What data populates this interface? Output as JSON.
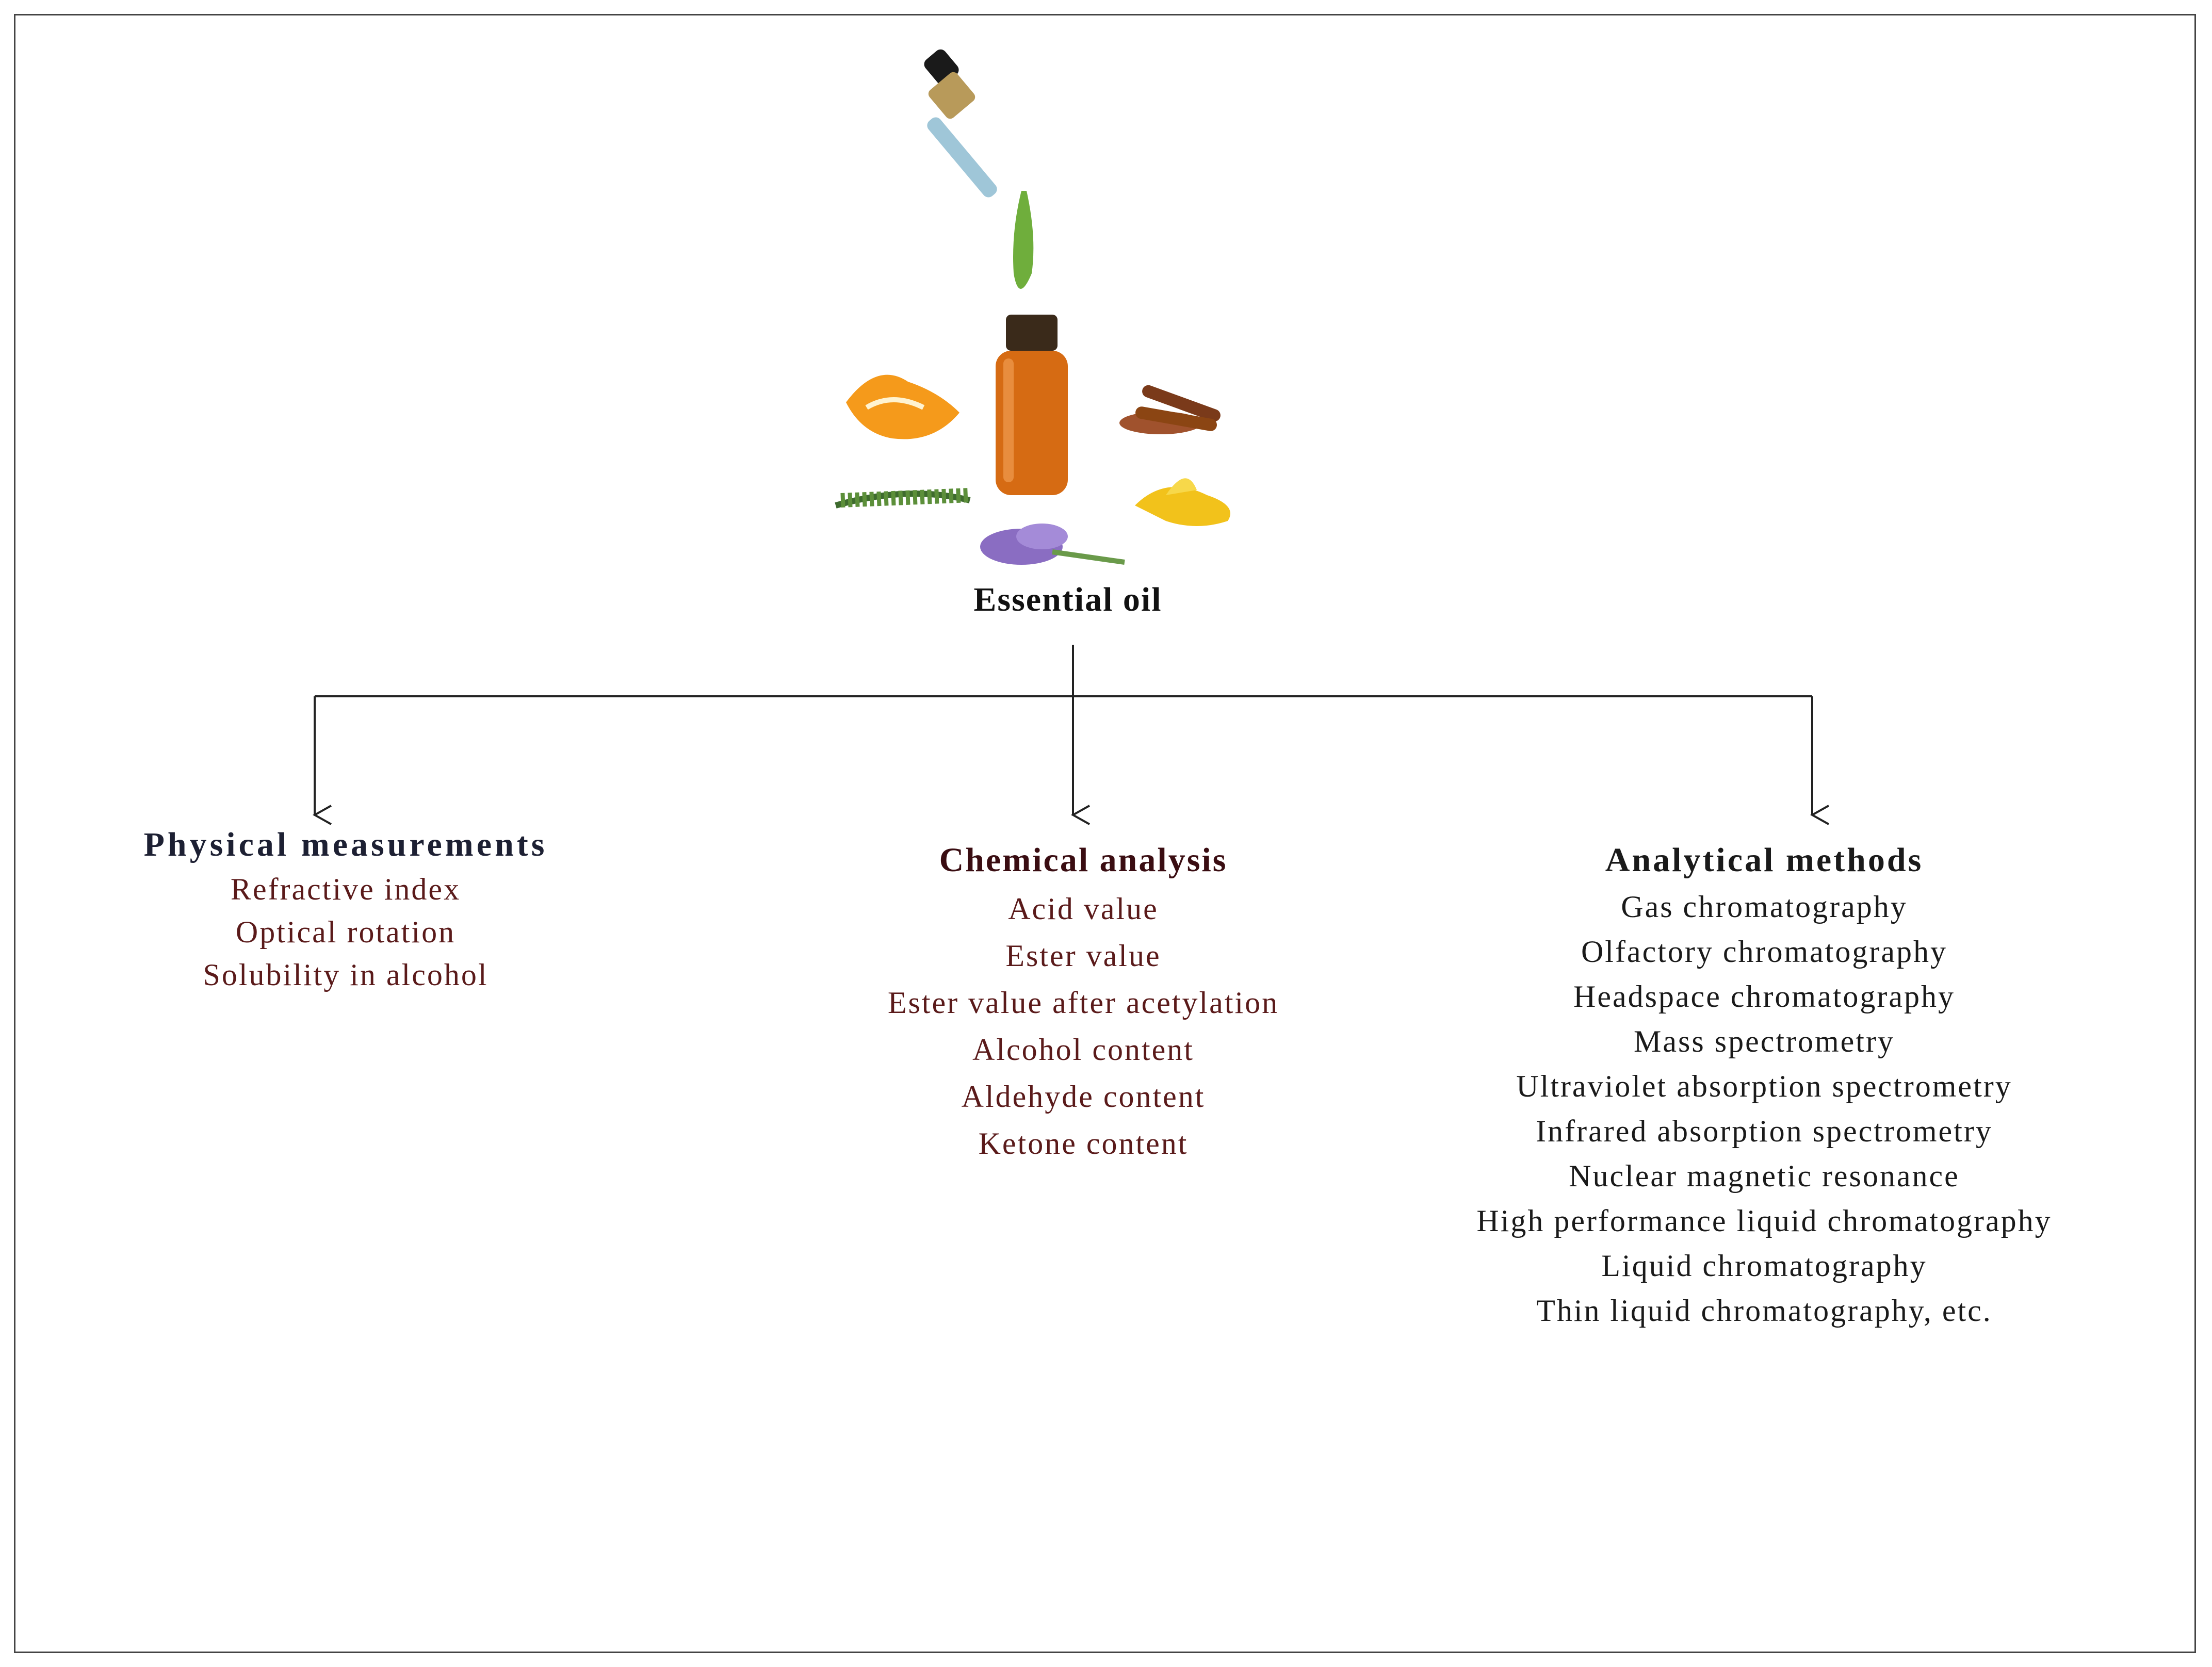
{
  "diagram": {
    "root_label": "Essential oil",
    "branches": [
      {
        "heading": "Physical measurements",
        "items": [
          "Refractive index",
          "Optical rotation",
          "Solubility in alcohol"
        ]
      },
      {
        "heading": "Chemical analysis",
        "items": [
          "Acid value",
          "Ester value",
          "Ester value after acetylation",
          "Alcohol content",
          "Aldehyde content",
          "Ketone content"
        ]
      },
      {
        "heading": "Analytical methods",
        "items": [
          "Gas chromatography",
          "Olfactory chromatography",
          "Headspace chromatography",
          "Mass spectrometry",
          "Ultraviolet absorption spectrometry",
          "Infrared absorption spectrometry",
          "Nuclear magnetic resonance",
          "High performance liquid chromatography",
          "Liquid chromatography",
          "Thin liquid chromatography, etc."
        ]
      }
    ]
  },
  "colors": {
    "connector": "#222222",
    "physical_items": "#5a1a1a",
    "chemical_items": "#5a1a1a",
    "analytical_items": "#1a1a1a"
  }
}
